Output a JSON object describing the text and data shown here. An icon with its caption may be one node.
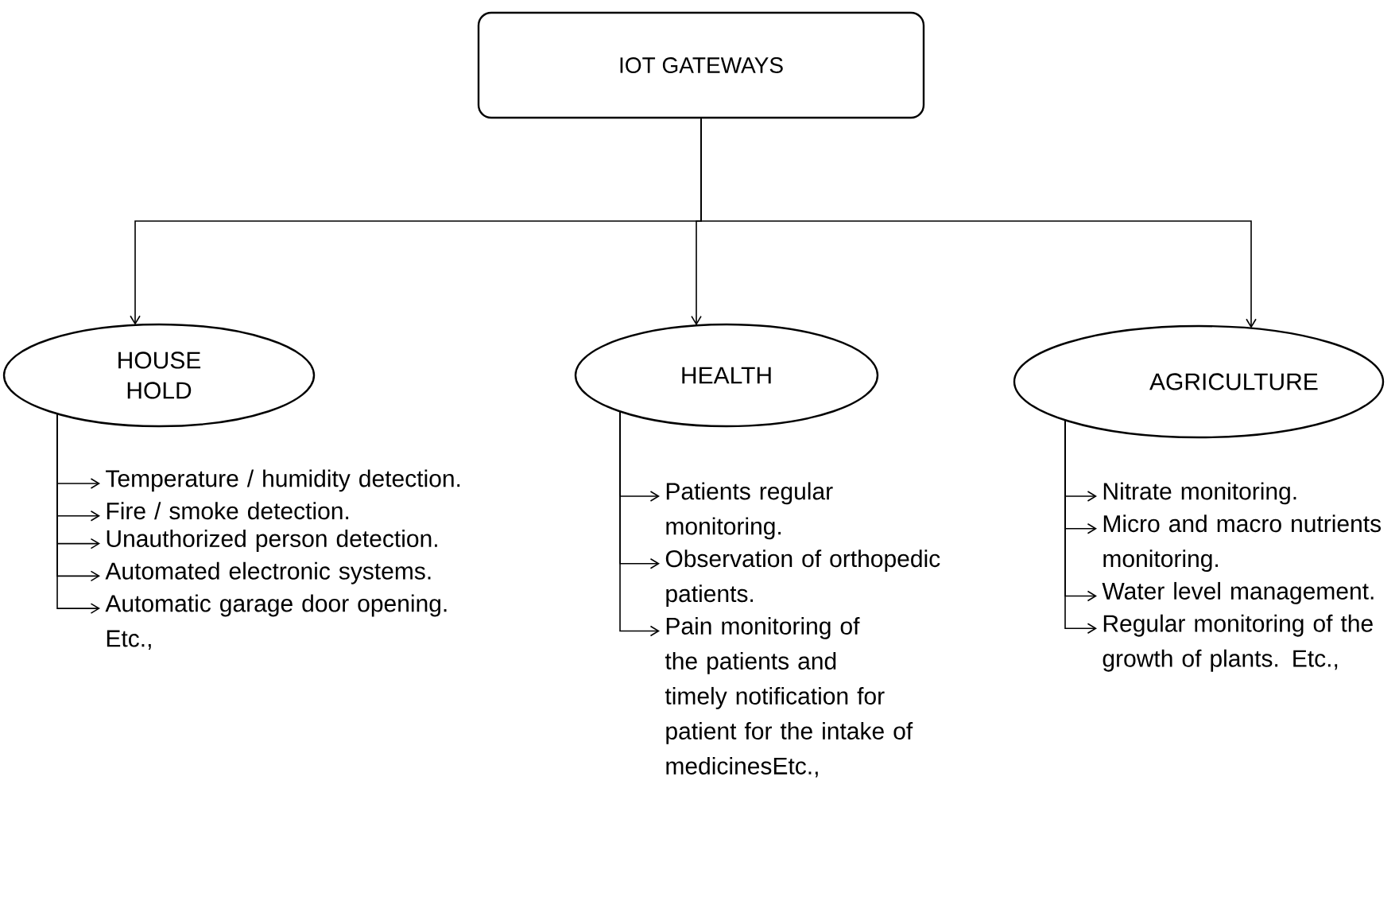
{
  "diagram": {
    "nodes": [
      {
        "text": [
          "IOT GATEWAYS"
        ]
      },
      {
        "text": [
          "HOUSE HOLD"
        ]
      },
      {
        "text": [
          "HEALTH"
        ]
      },
      {
        "text": [
          "AGRICULTURE"
        ]
      },
      {
        "text": [
          "Temperature / humidity detection."
        ]
      },
      {
        "text": [
          "Fire / smoke detection."
        ]
      },
      {
        "text": [
          "Unauthorized person detection."
        ]
      },
      {
        "text": [
          "Automated electronic systems."
        ]
      },
      {
        "text": [
          "Automatic garage door opening. Etc.,"
        ]
      },
      {
        "text": [
          "Patients regular monitoring."
        ]
      },
      {
        "text": [
          "Observation of orthopedic patients."
        ]
      },
      {
        "text": [
          "Pain monitoring of the patients and timely notification for patient for the intake of medicinesEtc.,"
        ]
      },
      {
        "text": [
          "Nitrate monitoring."
        ]
      },
      {
        "text": [
          "Micro and macro nutrients monitoring."
        ]
      },
      {
        "text": [
          "Water level management."
        ]
      },
      {
        "text": [
          "Regular monitoring of the growth of plants. Etc.,"
        ]
      }
    ],
    "edges": [
      {
        "from": 0,
        "to": 1,
        "arrow": "to"
      },
      {
        "from": 0,
        "to": 2,
        "arrow": "to"
      },
      {
        "from": 0,
        "to": 3,
        "arrow": "to"
      },
      {
        "from": 1,
        "to": 4,
        "arrow": "to"
      },
      {
        "from": 1,
        "to": 5,
        "arrow": "to"
      },
      {
        "from": 1,
        "to": 6,
        "arrow": "to"
      },
      {
        "from": 1,
        "to": 7,
        "arrow": "to"
      },
      {
        "from": 1,
        "to": 8,
        "arrow": "to"
      },
      {
        "from": 2,
        "to": 9,
        "arrow": "to"
      },
      {
        "from": 2,
        "to": 10,
        "arrow": "to"
      },
      {
        "from": 2,
        "to": 11,
        "arrow": "to"
      },
      {
        "from": 3,
        "to": 12,
        "arrow": "to"
      },
      {
        "from": 3,
        "to": 13,
        "arrow": "to"
      },
      {
        "from": 3,
        "to": 14,
        "arrow": "to"
      },
      {
        "from": 3,
        "to": 15,
        "arrow": "to"
      }
    ]
  }
}
